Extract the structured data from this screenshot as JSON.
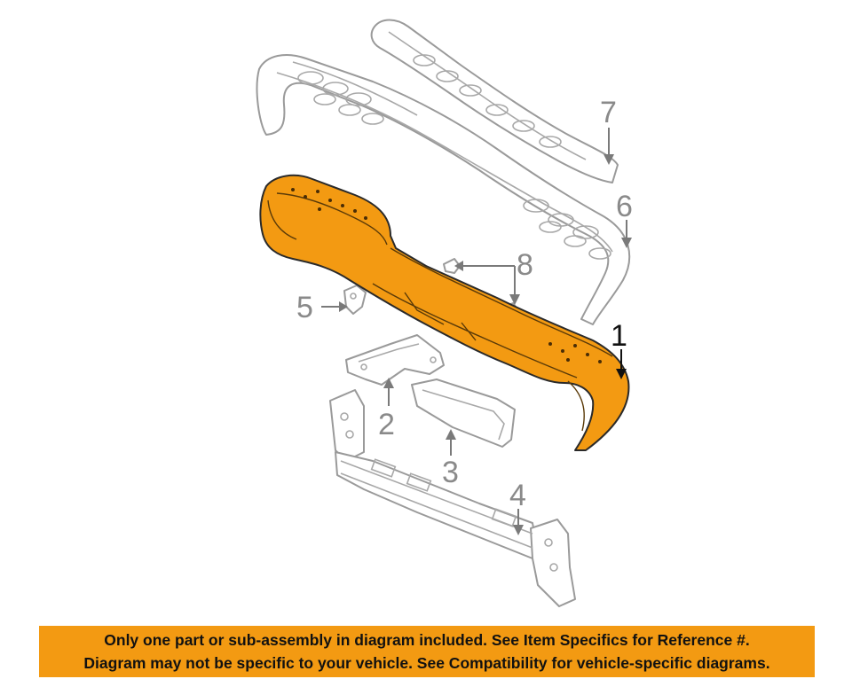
{
  "callouts": {
    "c1": "1",
    "c2": "2",
    "c3": "3",
    "c4": "4",
    "c5": "5",
    "c6": "6",
    "c7": "7",
    "c8": "8"
  },
  "notice": {
    "line1": "Only one part or sub-assembly in diagram included. See Item Specifics for Reference #.",
    "line2": "Diagram may not be specific to your vehicle. See Compatibility for vehicle-specific diagrams."
  },
  "colors": {
    "highlight": "#f39a12",
    "line_art": "#9a9a9a",
    "background": "#ffffff"
  }
}
